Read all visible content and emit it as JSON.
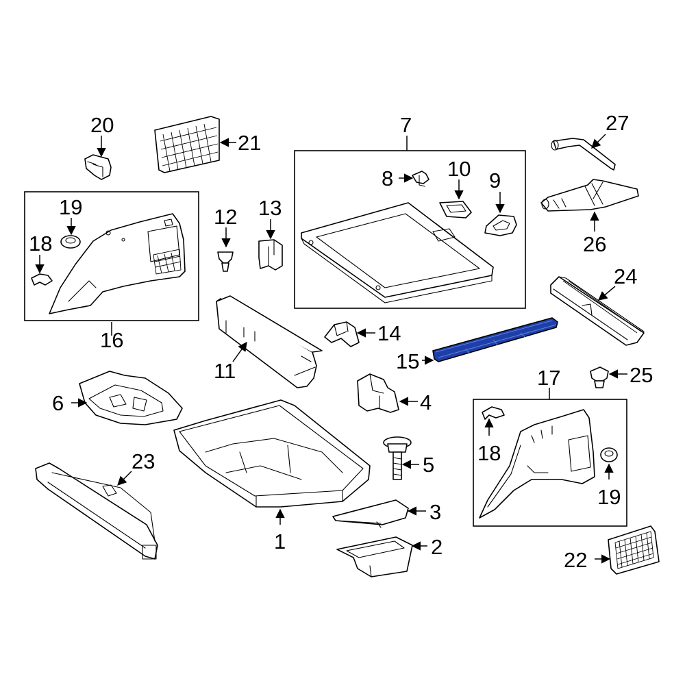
{
  "highlight_color": "#1e3fa8",
  "highlighted_part": "15",
  "callouts": {
    "c1": "1",
    "c2": "2",
    "c3": "3",
    "c4": "4",
    "c5": "5",
    "c6": "6",
    "c7": "7",
    "c8": "8",
    "c9": "9",
    "c10": "10",
    "c11": "11",
    "c12": "12",
    "c13": "13",
    "c14": "14",
    "c15": "15",
    "c16": "16",
    "c17": "17",
    "c18a": "18",
    "c18b": "18",
    "c19a": "19",
    "c19b": "19",
    "c20": "20",
    "c21": "21",
    "c22": "22",
    "c23": "23",
    "c24": "24",
    "c25": "25",
    "c26": "26",
    "c27": "27"
  }
}
